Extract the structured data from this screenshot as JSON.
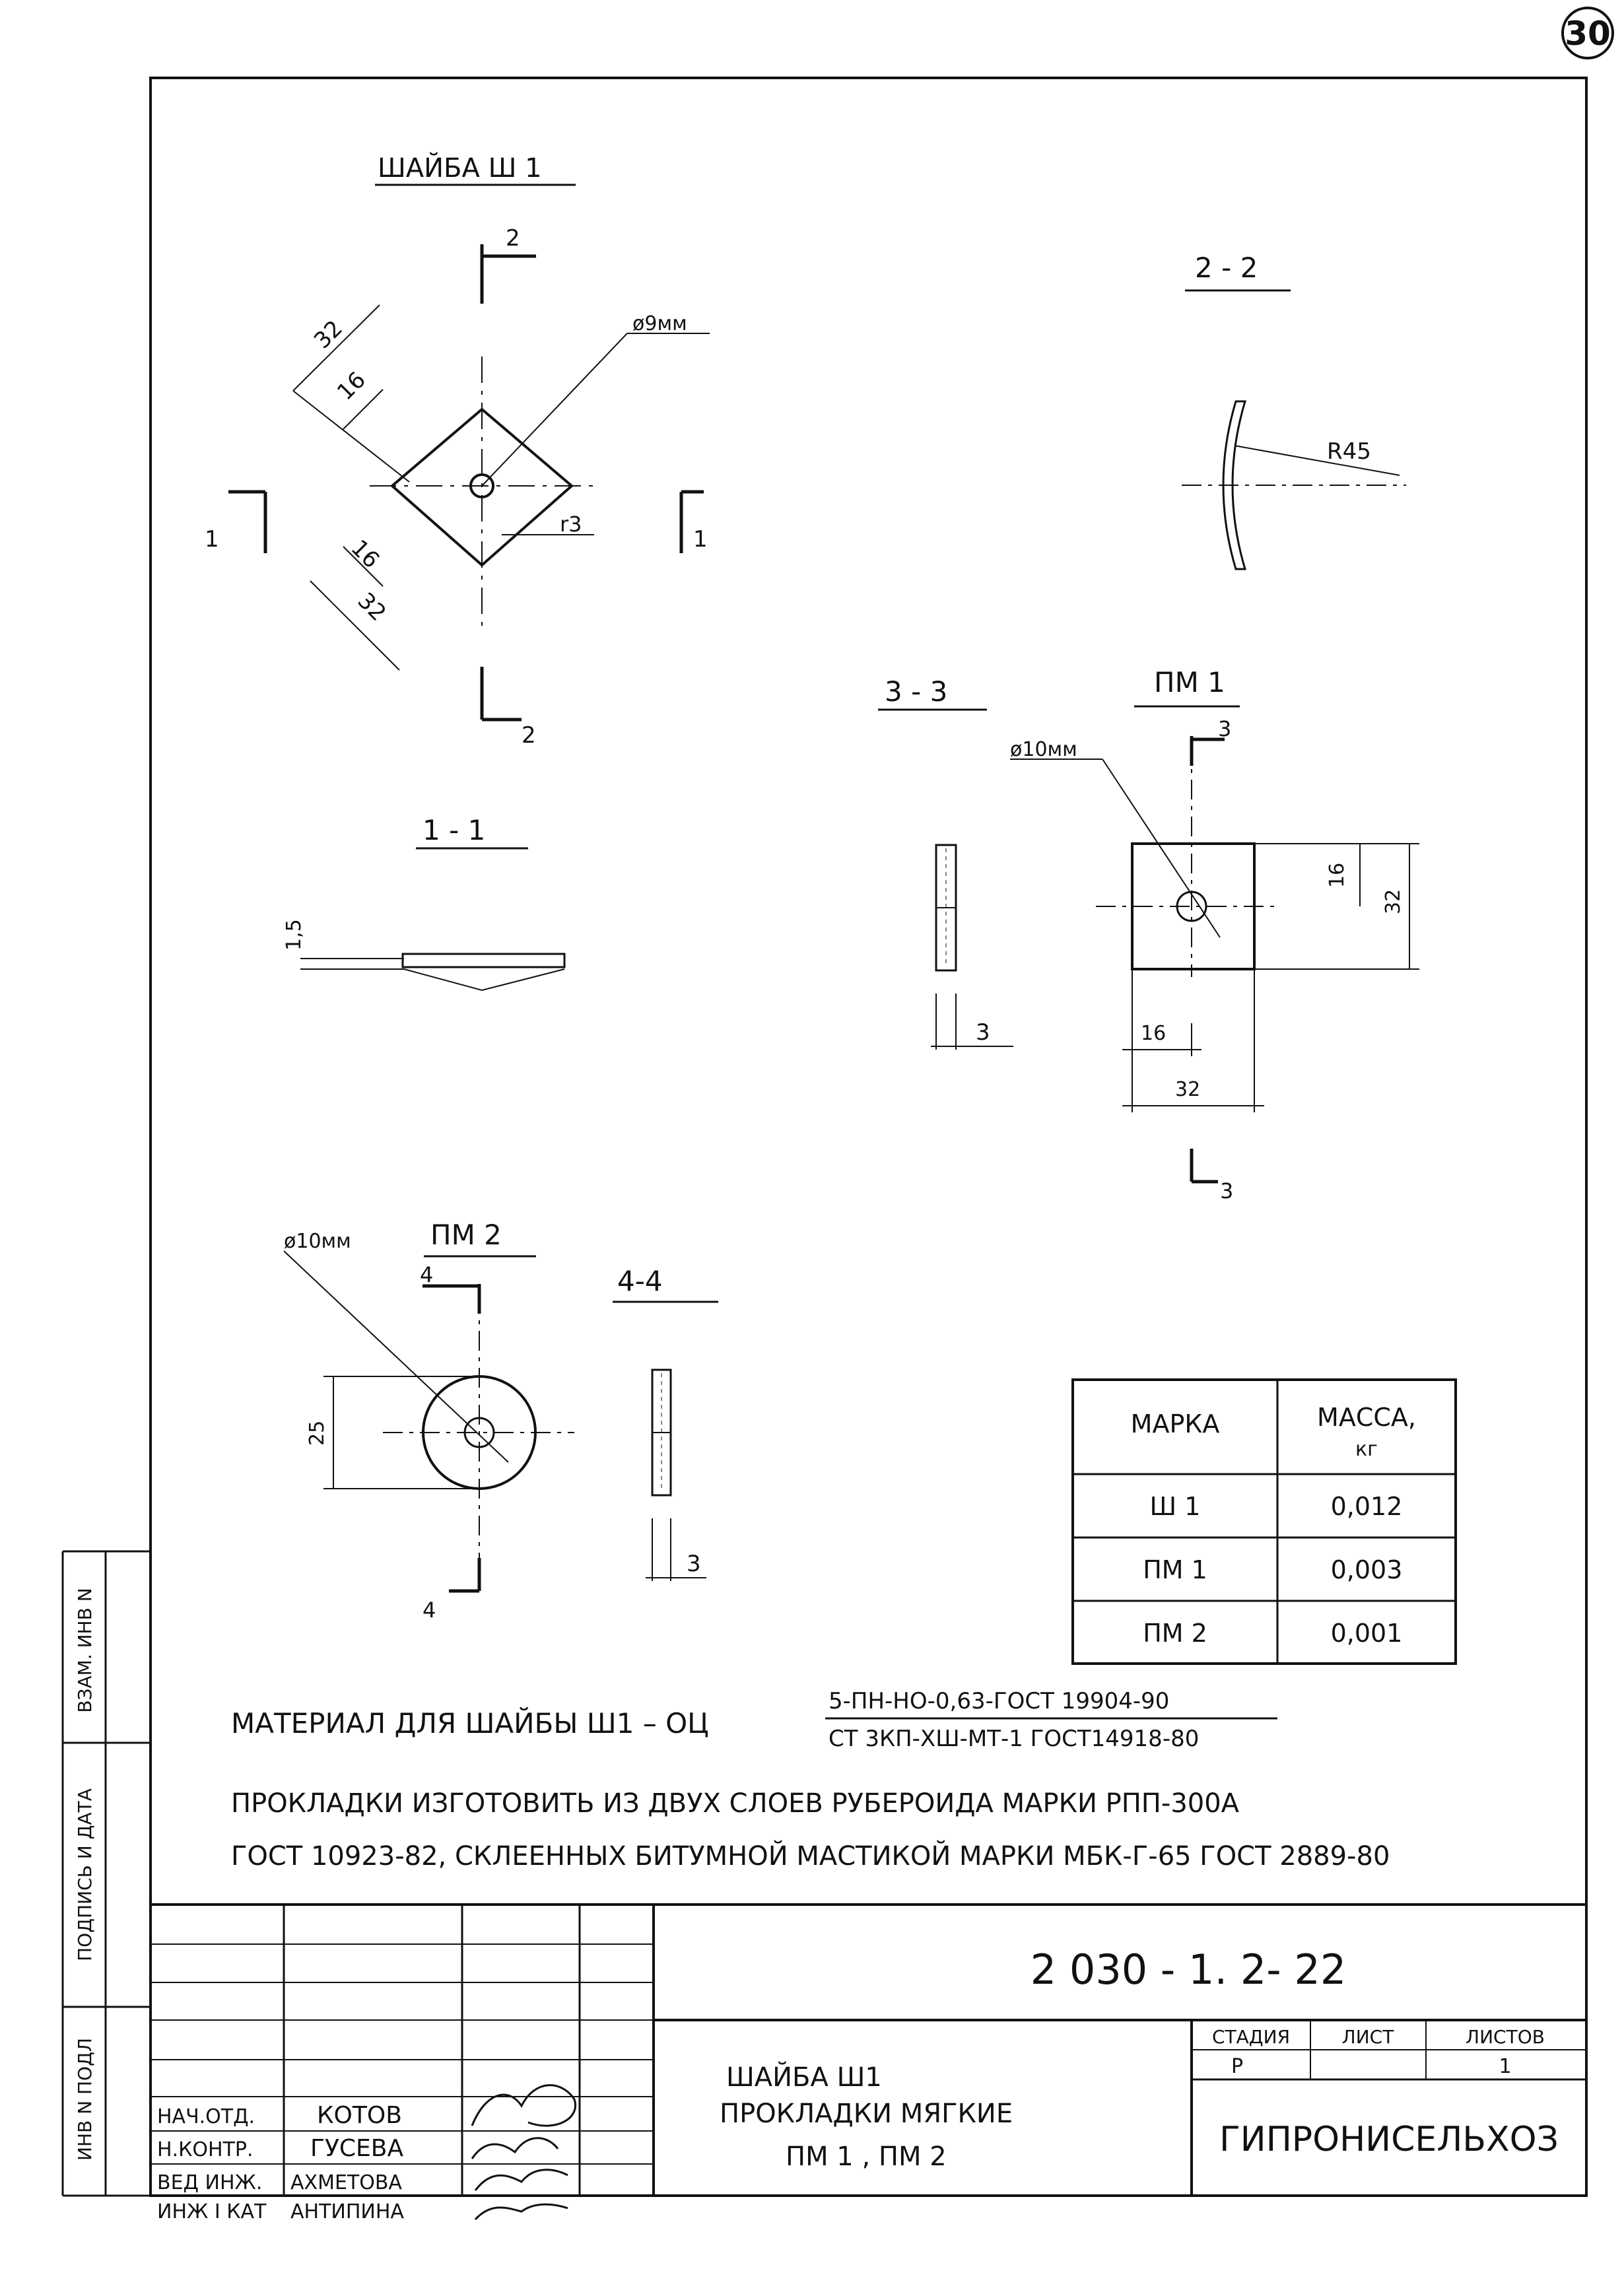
{
  "sheet_number": "30",
  "views": {
    "washer_title": "ШАЙБА Ш 1",
    "washer_cut_marks": [
      "2",
      "2",
      "1",
      "1"
    ],
    "washer_dims": {
      "hole": "ø9мм",
      "side_a": "32",
      "half_a": "16",
      "side_b": "32",
      "half_b": "16",
      "corner_radius": "r3"
    },
    "section_2_2": {
      "title": "2 - 2",
      "radius": "R45"
    },
    "section_1_1": {
      "title": "1 - 1",
      "thickness": "1,5"
    },
    "section_3_3": {
      "title": "3 - 3",
      "thickness": "3"
    },
    "pm1": {
      "title": "ПМ 1",
      "hole": "ø10мм",
      "cut_mark_top": "3",
      "cut_mark_bottom": "3",
      "dim_h_half": "16",
      "dim_h_full": "32",
      "dim_w_half": "16",
      "dim_w_full": "32"
    },
    "pm2": {
      "title": "ПМ 2",
      "hole": "ø10мм",
      "cut_mark_top": "4",
      "cut_mark_bottom": "4",
      "diameter": "25"
    },
    "section_4_4": {
      "title": "4-4",
      "thickness": "3"
    }
  },
  "mass_table": {
    "headers": [
      "МАРКА",
      "МАССА,",
      "кг"
    ],
    "rows": [
      {
        "mark": "Ш 1",
        "mass": "0,012"
      },
      {
        "mark": "ПМ 1",
        "mass": "0,003"
      },
      {
        "mark": "ПМ 2",
        "mass": "0,001"
      }
    ]
  },
  "notes": {
    "material_label": "МАТЕРИАЛ ДЛЯ ШАЙБЫ Ш1 – ОЦ",
    "material_numerator": "5-ПН-НО-0,63-ГОСТ 19904-90",
    "material_denominator": "СТ 3КП-ХШ-МТ-1 ГОСТ14918-80",
    "gasket_line1": "ПРОКЛАДКИ ИЗГОТОВИТЬ ИЗ ДВУХ СЛОЕВ РУБЕРОИДА МАРКИ РПП-300А",
    "gasket_line2": "ГОСТ 10923-82, СКЛЕЕННЫХ БИТУМНОЙ МАСТИКОЙ МАРКИ МБК-Г-65 ГОСТ 2889-80"
  },
  "side_stamp": [
    "ВЗАМ. ИНВ N",
    "ПОДПИСЬ И ДАТА",
    "ИНВ N ПОДЛ"
  ],
  "title_block": {
    "document_code": "2 030 - 1. 2- 22",
    "roles": [
      {
        "role": "НАЧ.ОТД.",
        "name": "КОТОВ"
      },
      {
        "role": "Н.КОНТР.",
        "name": "ГУСЕВА"
      },
      {
        "role": "ВЕД ИНЖ.",
        "name": "АХМЕТОВА"
      },
      {
        "role": "ИНЖ I КАТ",
        "name": "АНТИПИНА"
      }
    ],
    "item_title": [
      "ШАЙБА Ш1",
      "ПРОКЛАДКИ МЯГКИЕ",
      "ПМ 1 , ПМ 2"
    ],
    "stage_header": "СТАДИЯ",
    "sheet_header": "ЛИСТ",
    "sheets_header": "ЛИСТОВ",
    "stage": "Р",
    "sheet": "",
    "sheets": "1",
    "organization": "ГИПРОНИСЕЛЬХОЗ"
  }
}
